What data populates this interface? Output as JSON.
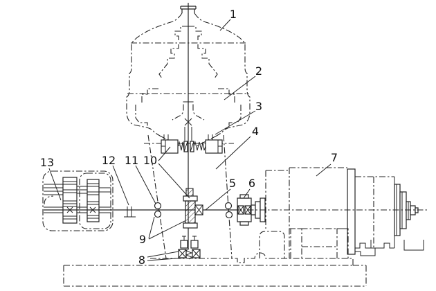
{
  "diagram": {
    "type": "mechanical-schematic",
    "description_visible": "line drawing of a separator bowl, drive gearbox and motor",
    "colors": {
      "ink": "#222222",
      "background": "#ffffff"
    },
    "labels": [
      "1",
      "2",
      "3",
      "4",
      "5",
      "6",
      "7",
      "8",
      "9",
      "10",
      "11",
      "12",
      "13"
    ]
  }
}
